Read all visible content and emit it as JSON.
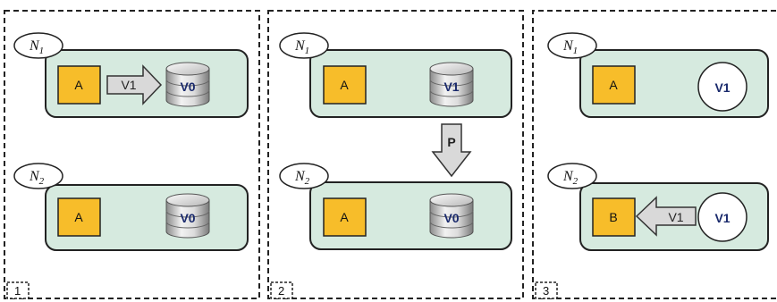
{
  "colors": {
    "node_fill": "#d6eadf",
    "app_fill": "#f7bd2a",
    "version_text": "#1a2a6c",
    "arrow_fill": "#d9d9d9"
  },
  "panels": [
    {
      "step": "1",
      "nodes": [
        {
          "label": "N",
          "sub": "1",
          "app": "A",
          "store": {
            "shape": "database-icon",
            "version": "V0"
          },
          "arrow": {
            "label": "V1",
            "direction": "right"
          }
        },
        {
          "label": "N",
          "sub": "2",
          "app": "A",
          "store": {
            "shape": "database-icon",
            "version": "V0"
          }
        }
      ]
    },
    {
      "step": "2",
      "nodes": [
        {
          "label": "N",
          "sub": "1",
          "app": "A",
          "store": {
            "shape": "database-icon",
            "version": "V1"
          }
        },
        {
          "label": "N",
          "sub": "2",
          "app": "A",
          "store": {
            "shape": "database-icon",
            "version": "V0"
          }
        }
      ],
      "between_arrow": {
        "label": "P",
        "direction": "down"
      }
    },
    {
      "step": "3",
      "nodes": [
        {
          "label": "N",
          "sub": "1",
          "app": "A",
          "store": {
            "shape": "version-circle-icon",
            "version": "V1"
          }
        },
        {
          "label": "N",
          "sub": "2",
          "app": "B",
          "store": {
            "shape": "version-circle-icon",
            "version": "V1"
          },
          "arrow": {
            "label": "V1",
            "direction": "left"
          }
        }
      ]
    }
  ]
}
